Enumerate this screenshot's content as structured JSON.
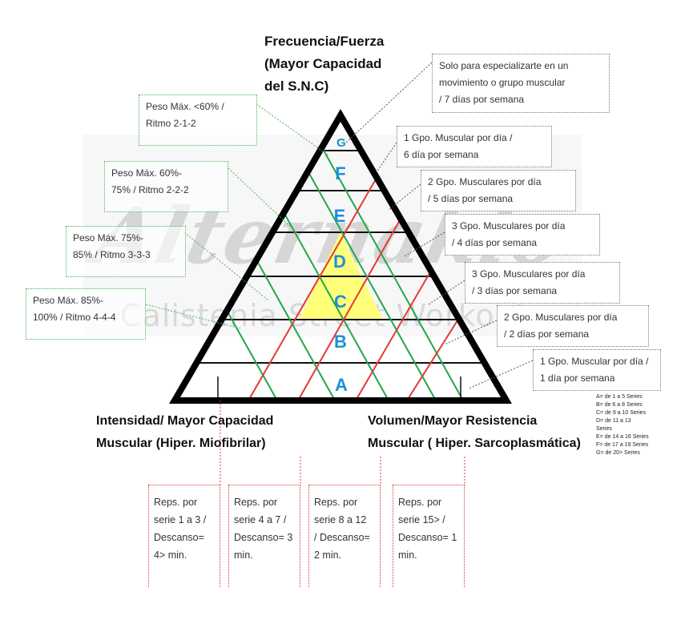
{
  "diagram": {
    "top_title": [
      "Frecuencia/Fuerza",
      "(Mayor Capacidad",
      "del S.N.C)"
    ],
    "left_axis": [
      "Intensidad/ Mayor Capacidad",
      "Muscular (Hiper. Miofibrilar)"
    ],
    "right_axis": [
      "Volumen/Mayor Resistencia",
      "Muscular ( Hiper. Sarcoplasmática)"
    ],
    "levels": [
      "G",
      "F",
      "E",
      "D",
      "C",
      "B",
      "A"
    ],
    "highlight_level": "C",
    "highlight_color": "#ffff7a",
    "line_colors": {
      "green": "#1fa84a",
      "red": "#e53935",
      "level_text": "#1e8fd6"
    },
    "watermark": [
      "Alternakio",
      "Calistenia Street Workout"
    ]
  },
  "left_boxes": [
    {
      "line1": "Peso  Máx. <60% /",
      "line2": "Ritmo 2-1-2"
    },
    {
      "line1": "Peso  Máx. 60%-",
      "line2": "75% / Ritmo 2-2-2"
    },
    {
      "line1": "Peso  Máx. 75%-",
      "line2": "85% / Ritmo 3-3-3"
    },
    {
      "line1": "Peso  Máx. 85%-",
      "line2": "100% / Ritmo 4-4-4"
    }
  ],
  "right_boxes": [
    {
      "lines": [
        "Solo para especializarte en un",
        "movimiento o grupo muscular",
        "/ 7 días por  semana"
      ]
    },
    {
      "lines": [
        "1 Gpo. Muscular por día /",
        "6 día por semana"
      ]
    },
    {
      "lines": [
        "2 Gpo. Musculares por día",
        "/ 5 días por semana"
      ]
    },
    {
      "lines": [
        "3 Gpo. Musculares por día",
        "/ 4 días por semana"
      ]
    },
    {
      "lines": [
        "3 Gpo. Musculares por día",
        "/ 3 días por semana"
      ]
    },
    {
      "lines": [
        "2 Gpo. Musculares por día",
        "/ 2 días por semana"
      ]
    },
    {
      "lines": [
        "1 Gpo. Muscular por día /",
        "1 día por semana"
      ]
    }
  ],
  "reps_boxes": [
    {
      "lines": [
        "Reps. por",
        "serie 1 a 3 /",
        "Descanso=",
        "4> min."
      ]
    },
    {
      "lines": [
        "Reps. por",
        "serie 4 a 7 /",
        "Descanso= 3",
        "min."
      ]
    },
    {
      "lines": [
        "Reps. por",
        "serie 8 a 12",
        "/ Descanso=",
        "2 min."
      ]
    },
    {
      "lines": [
        "Reps. por",
        "serie 15> /",
        "Descanso= 1",
        "min."
      ]
    }
  ],
  "legend": [
    "A= de 1 a 5 Series",
    "B= de 6 a 8 Series",
    "C= de 9 a 10 Series",
    "D= de 11 a 13 Series",
    "E= de 14 a 16 Series",
    "F= de 17 a 19 Series",
    "G= de 20> Series"
  ]
}
